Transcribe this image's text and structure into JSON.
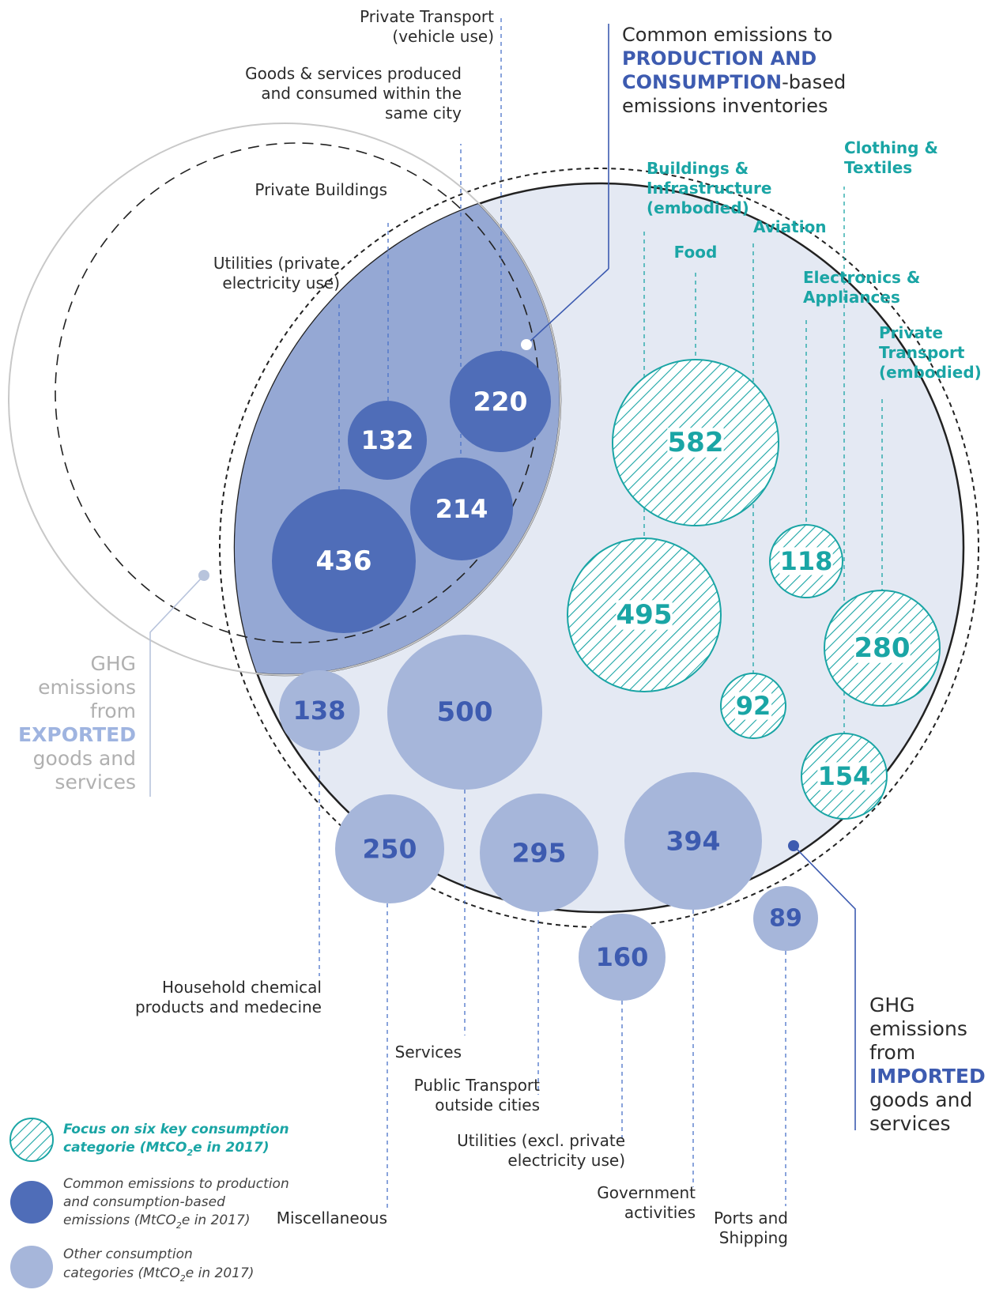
{
  "header": {
    "line1": "Common emissions to",
    "line2": "PRODUCTION AND",
    "line3_bold": "CONSUMPTION",
    "line3_rest": "-based",
    "line4": "emissions inventories"
  },
  "exported": {
    "line1": "GHG",
    "line2": "emissions",
    "line3": "from",
    "line4": "EXPORTED",
    "line5": "goods and",
    "line6": "services"
  },
  "imported": {
    "line1": "GHG",
    "line2": "emissions",
    "line3": "from",
    "line4": "IMPORTED",
    "line5": "goods and",
    "line6": "services"
  },
  "common": [
    {
      "value": "436",
      "label": [
        "Utilities (private",
        "electricity use)"
      ]
    },
    {
      "value": "132",
      "label": [
        "Private Buildings"
      ]
    },
    {
      "value": "214",
      "label": [
        "Goods & services produced",
        "and consumed within the",
        "same city"
      ]
    },
    {
      "value": "220",
      "label": [
        "Private Transport",
        "(vehicle use)"
      ]
    }
  ],
  "key": [
    {
      "value": "582",
      "label": [
        "Food"
      ]
    },
    {
      "value": "495",
      "label": [
        "Buildings &",
        "Infrastructure",
        "(embodied)"
      ]
    },
    {
      "value": "118",
      "label": [
        "Electronics &",
        "Appliances"
      ]
    },
    {
      "value": "280",
      "label": [
        "Private",
        "Transport",
        "(embodied)"
      ]
    },
    {
      "value": "92",
      "label": [
        "Aviation"
      ]
    },
    {
      "value": "154",
      "label": [
        "Clothing &",
        "Textiles"
      ]
    }
  ],
  "other": [
    {
      "value": "138",
      "label": [
        "Household chemical",
        "products and medecine"
      ]
    },
    {
      "value": "500",
      "label": [
        "Services"
      ]
    },
    {
      "value": "250",
      "label": [
        "Miscellaneous"
      ]
    },
    {
      "value": "295",
      "label": [
        "Public Transport",
        "outside cities"
      ]
    },
    {
      "value": "394",
      "label": [
        "Government",
        "activities"
      ]
    },
    {
      "value": "160",
      "label": [
        "Utilities (excl. private",
        "electricity use)"
      ]
    },
    {
      "value": "89",
      "label": [
        "Ports and",
        "Shipping"
      ]
    }
  ],
  "legend": {
    "key_line1": "Focus on six key consumption",
    "key_line2": "categorie (MtCO",
    "key_sub": "2",
    "key_line2_end": "e in 2017)",
    "common_line1": "Common emissions to production",
    "common_line2": "and consumption-based",
    "common_line3": "emissions (MtCO",
    "common_sub": "2",
    "common_line3_end": "e in 2017)",
    "other_line1": "Other consumption",
    "other_line2": "categories (MtCO",
    "other_sub": "2",
    "other_line2_end": "e in 2017)"
  },
  "colors": {
    "common_fill": "#4f6db8",
    "common_text": "#ffffff",
    "other_fill": "#a6b6da",
    "other_text": "#3d5bb0",
    "key_stroke": "#1aa5a5",
    "key_text": "#1aa5a5",
    "big_circle_fill": "#e4e9f3",
    "lens_fill": "#95a8d4",
    "lead_line": "#4a72c8"
  }
}
